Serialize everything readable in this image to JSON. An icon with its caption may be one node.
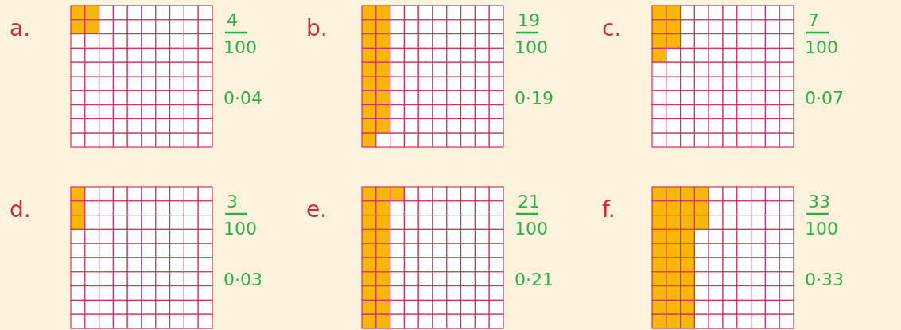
{
  "diagram": {
    "labels": [
      "a.",
      "4",
      "100",
      "0·04",
      "b.",
      "19",
      "100",
      "0·19",
      "c.",
      "7",
      "100",
      "0·07",
      "d.",
      "3",
      "100",
      "0·03",
      "e.",
      "21",
      "100",
      "0·21",
      "f.",
      "33",
      "100",
      "0·33"
    ]
  }
}
